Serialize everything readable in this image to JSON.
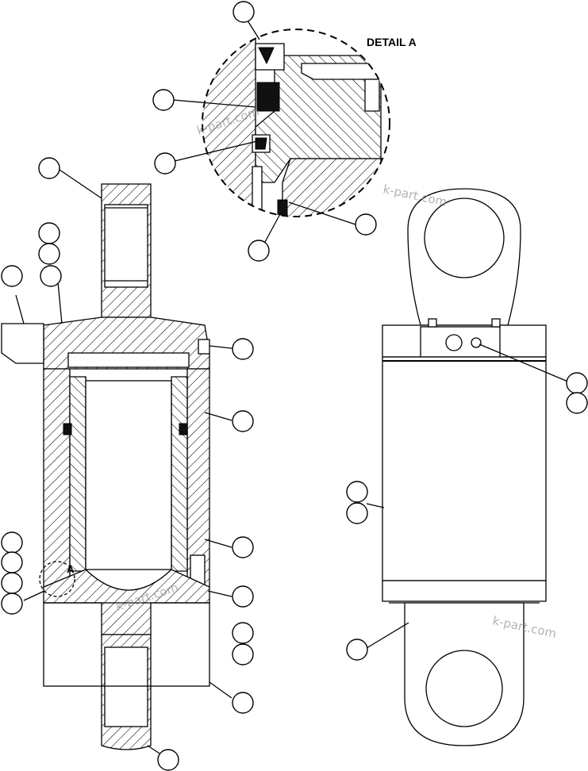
{
  "detail_title": "DETAIL A",
  "detail_marker": "A",
  "watermarks": [
    "k-part.com",
    "k-part.com",
    "k-part.com",
    "k-part.com"
  ],
  "callouts": [
    {
      "id": "callout-detail-top"
    },
    {
      "id": "callout-detail-seal-1"
    },
    {
      "id": "callout-detail-seal-2"
    },
    {
      "id": "callout-detail-bottom-left"
    },
    {
      "id": "callout-detail-bottom-right"
    },
    {
      "id": "callout-rod-eye-top"
    },
    {
      "id": "callout-left-1"
    },
    {
      "id": "callout-left-2"
    },
    {
      "id": "callout-left-3"
    },
    {
      "id": "callout-bracket"
    },
    {
      "id": "callout-port-plug"
    },
    {
      "id": "callout-barrel"
    },
    {
      "id": "callout-piston"
    },
    {
      "id": "callout-gland-bolt"
    },
    {
      "id": "callout-gland-1"
    },
    {
      "id": "callout-gland-2"
    },
    {
      "id": "callout-guard"
    },
    {
      "id": "callout-bottom-eye"
    },
    {
      "id": "callout-lower-left-1"
    },
    {
      "id": "callout-lower-left-2"
    },
    {
      "id": "callout-lower-left-3"
    },
    {
      "id": "callout-lower-left-4"
    },
    {
      "id": "callout-side-fitting-1"
    },
    {
      "id": "callout-side-fitting-2"
    },
    {
      "id": "callout-side-barrel-1"
    },
    {
      "id": "callout-side-barrel-2"
    },
    {
      "id": "callout-side-bolts"
    }
  ],
  "colors": {
    "line": "#000000",
    "watermark": "#9a9a9a",
    "background": "#ffffff"
  }
}
